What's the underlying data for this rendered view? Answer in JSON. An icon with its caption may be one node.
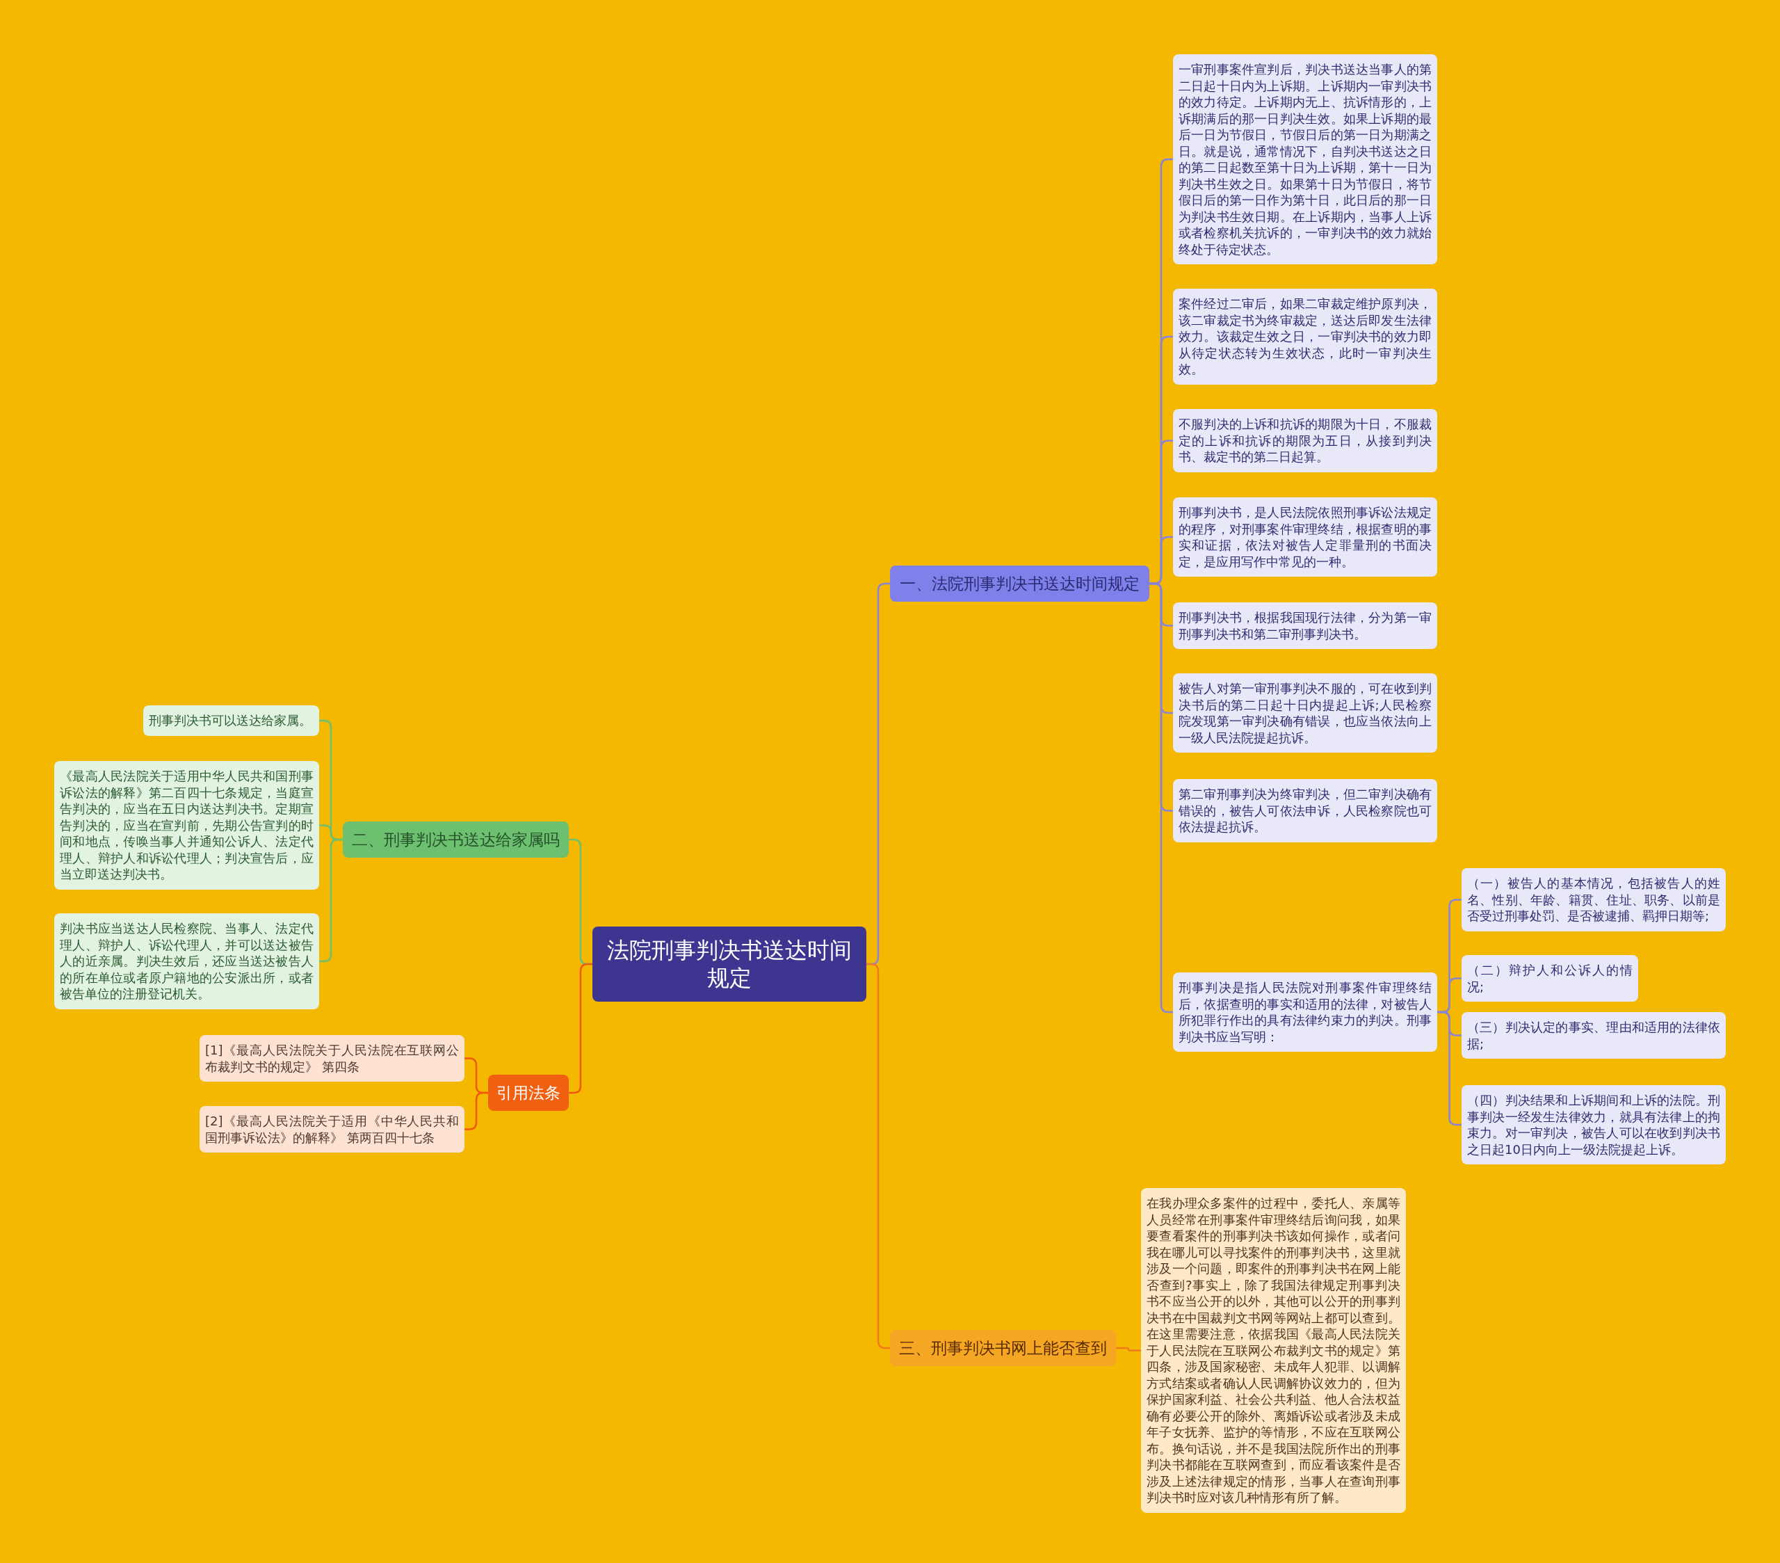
{
  "diagram": {
    "nodes": [
      {
        "text": [
          "法院刑事判决书送达时间规定"
        ]
      },
      {
        "text": [
          "一、法院刑事判决书送达时间规定"
        ]
      },
      {
        "text": [
          "一审刑事案件宣判后，判决书送达当事人的第二日起十日内为上诉期。上诉期内一审判决书的效力待定。上诉期内无上、抗诉情形的，上诉期满后的那一日判决生效。如果上诉期的最后一日为节假日，节假日后的第一日为期满之日。就是说，通常情况下，自判决书送达之日的第二日起数至第十日为上诉期，第十一日为判决书生效之日。如果第十日为节假日，将节假日后的第一日作为第十日，此日后的那一日为判决书生效日期。在上诉期内，当事人上诉或者检察机关抗诉的，一审判决书的效力就始终处于待定状态。"
        ]
      },
      {
        "text": [
          "案件经过二审后，如果二审裁定维护原判决，该二审裁定书为终审裁定，送达后即发生法律效力。该裁定生效之日，一审判决书的效力即从待定状态转为生效状态，此时一审判决生效。"
        ]
      },
      {
        "text": [
          "不服判决的上诉和抗诉的期限为十日，不服裁定的上诉和抗诉的期限为五日，从接到判决书、裁定书的第二日起算。"
        ]
      },
      {
        "text": [
          "刑事判决书，是人民法院依照刑事诉讼法规定的程序，对刑事案件审理终结，根据查明的事实和证据，依法对被告人定罪量刑的书面决定，是应用写作中常见的一种。"
        ]
      },
      {
        "text": [
          "刑事判决书，根据我国现行法律，分为第一审刑事判决书和第二审刑事判决书。"
        ]
      },
      {
        "text": [
          "被告人对第一审刑事判决不服的，可在收到判决书后的第二日起十日内提起上诉;人民检察院发现第一审判决确有错误，也应当依法向上一级人民法院提起抗诉。"
        ]
      },
      {
        "text": [
          "第二审刑事判决为终审判决，但二审判决确有错误的，被告人可依法申诉，人民检察院也可依法提起抗诉。"
        ]
      },
      {
        "text": [
          "刑事判决是指人民法院对刑事案件审理终结后，依据查明的事实和适用的法律，对被告人所犯罪行作出的具有法律约束力的判决。刑事判决书应当写明："
        ]
      },
      {
        "text": [
          "（一）被告人的基本情况，包括被告人的姓名、性别、年龄、籍贯、住址、职务、以前是否受过刑事处罚、是否被逮捕、羁押日期等;"
        ]
      },
      {
        "text": [
          "（二）辩护人和公诉人的情况;"
        ]
      },
      {
        "text": [
          "（三）判决认定的事实、理由和适用的法律依据;"
        ]
      },
      {
        "text": [
          "（四）判决结果和上诉期间和上诉的法院。刑事判决一经发生法律效力，就具有法律上的拘束力。对一审判决，被告人可以在收到判决书之日起10日内向上一级法院提起上诉。"
        ]
      },
      {
        "text": [
          "三、刑事判决书网上能否查到"
        ]
      },
      {
        "text": [
          "在我办理众多案件的过程中，委托人、亲属等人员经常在刑事案件审理终结后询问我，如果要查看案件的刑事判决书该如何操作，或者问我在哪儿可以寻找案件的刑事判决书，这里就涉及一个问题，即案件的刑事判决书在网上能否查到?事实上，除了我国法律规定刑事判决书不应当公开的以外，其他可以公开的刑事判决书在中国裁判文书网等网站上都可以查到。在这里需要注意，依据我国《最高人民法院关于人民法院在互联网公布裁判文书的规定》第四条，涉及国家秘密、未成年人犯罪、以调解方式结案或者确认人民调解协议效力的，但为保护国家利益、社会公共利益、他人合法权益确有必要公开的除外、离婚诉讼或者涉及未成年子女抚养、监护的等情形，不应在互联网公布。换句话说，并不是我国法院所作出的刑事判决书都能在互联网查到，而应看该案件是否涉及上述法律规定的情形，当事人在查询刑事判决书时应对该几种情形有所了解。"
        ]
      },
      {
        "text": [
          "二、刑事判决书送达给家属吗"
        ]
      },
      {
        "text": [
          "刑事判决书可以送达给家属。"
        ]
      },
      {
        "text": [
          "《最高人民法院关于适用中华人民共和国刑事诉讼法的解释》第二百四十七条规定，当庭宣告判决的，应当在五日内送达判决书。定期宣告判决的，应当在宣判前，先期公告宣判的时间和地点，传唤当事人并通知公诉人、法定代理人、辩护人和诉讼代理人；判决宣告后，应当立即送达判决书。"
        ]
      },
      {
        "text": [
          "判决书应当送达人民检察院、当事人、法定代理人、辩护人、诉讼代理人，并可以送达被告人的近亲属。判决生效后，还应当送达被告人的所在单位或者原户籍地的公安派出所，或者被告单位的注册登记机关。"
        ]
      },
      {
        "text": [
          "引用法条"
        ]
      },
      {
        "text": [
          "[1]《最高人民法院关于人民法院在互联网公布裁判文书的规定》 第四条"
        ]
      },
      {
        "text": [
          "[2]《最高人民法院关于适用《中华人民共和国刑事诉讼法》的解释》 第两百四十七条"
        ]
      }
    ],
    "edges": [
      {
        "from": 0,
        "to": 1,
        "arrow": "none"
      },
      {
        "from": 1,
        "to": 2,
        "arrow": "none"
      },
      {
        "from": 1,
        "to": 3,
        "arrow": "none"
      },
      {
        "from": 1,
        "to": 4,
        "arrow": "none"
      },
      {
        "from": 1,
        "to": 5,
        "arrow": "none"
      },
      {
        "from": 1,
        "to": 6,
        "arrow": "none"
      },
      {
        "from": 1,
        "to": 7,
        "arrow": "none"
      },
      {
        "from": 1,
        "to": 8,
        "arrow": "none"
      },
      {
        "from": 1,
        "to": 9,
        "arrow": "none"
      },
      {
        "from": 9,
        "to": 10,
        "arrow": "none"
      },
      {
        "from": 9,
        "to": 11,
        "arrow": "none"
      },
      {
        "from": 9,
        "to": 12,
        "arrow": "none"
      },
      {
        "from": 9,
        "to": 13,
        "arrow": "none"
      },
      {
        "from": 0,
        "to": 14,
        "arrow": "none",
        "color": "#f07a20"
      },
      {
        "from": 14,
        "to": 15,
        "arrow": "none",
        "color": "#f07a20"
      },
      {
        "from": 0,
        "to": 16,
        "arrow": "none",
        "color": "#6cc070"
      },
      {
        "from": 16,
        "to": 17,
        "arrow": "none",
        "color": "#6cc070"
      },
      {
        "from": 16,
        "to": 18,
        "arrow": "none",
        "color": "#6cc070"
      },
      {
        "from": 16,
        "to": 19,
        "arrow": "none",
        "color": "#6cc070"
      },
      {
        "from": 0,
        "to": 20,
        "arrow": "none",
        "color": "#f05a10"
      },
      {
        "from": 20,
        "to": 21,
        "arrow": "none",
        "color": "#f05a10"
      },
      {
        "from": 20,
        "to": 22,
        "arrow": "none",
        "color": "#f05a10"
      }
    ]
  }
}
